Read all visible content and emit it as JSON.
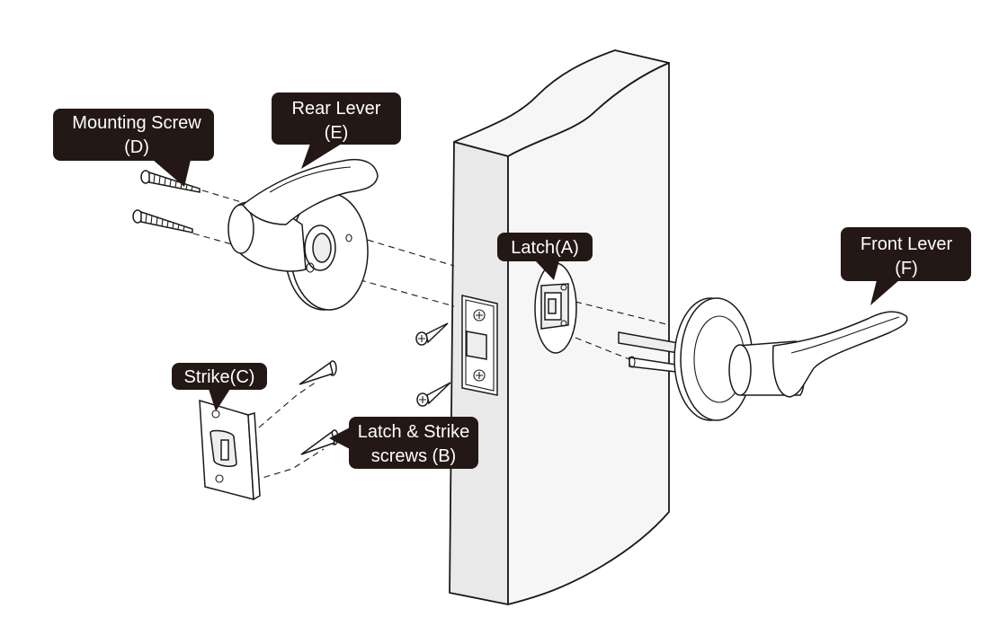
{
  "labels": {
    "mounting_screw": [
      "Mounting Screw",
      "(D)"
    ],
    "rear_lever": [
      "Rear Lever",
      "(E)"
    ],
    "latch": [
      "Latch(A)"
    ],
    "front_lever": [
      "Front Lever",
      "(F)"
    ],
    "strike": [
      "Strike(C)"
    ],
    "latch_strike_screws": [
      "Latch & Strike",
      "screws (B)"
    ]
  },
  "colors": {
    "callout_background": "#231815",
    "callout_text": "#ffffff",
    "line_art": "#1a1a1a",
    "door_face": "#e9e9e9"
  },
  "icons": [
    "mounting-screw-icon",
    "rear-lever-icon",
    "door-icon",
    "latch-icon",
    "front-lever-icon",
    "strike-plate-icon",
    "latch-strike-screw-icon"
  ]
}
